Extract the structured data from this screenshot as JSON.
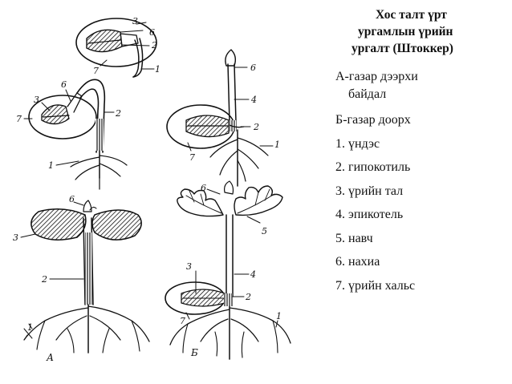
{
  "title_lines": [
    "Хос талт үрт",
    "ургамлын үрийн",
    "ургалт (Штоккер)"
  ],
  "legend": [
    {
      "text": "А-газар дээрхи",
      "cont": "байдал"
    },
    {
      "text": "Б-газар доорх"
    },
    {
      "text": "1. үндэс"
    },
    {
      "text": "2. гипокотиль"
    },
    {
      "text": "3. үрийн тал"
    },
    {
      "text": "4. эпикотель"
    },
    {
      "text": "5. навч"
    },
    {
      "text": "6. нахиа"
    },
    {
      "text": "7. үрийн хальс"
    }
  ],
  "stage_labels": {
    "a": "А",
    "b": "Б"
  },
  "callout_numbers": {
    "n1": "1",
    "n2": "2",
    "n3": "3",
    "n4": "4",
    "n5": "5",
    "n6": "6",
    "n7": "7"
  }
}
